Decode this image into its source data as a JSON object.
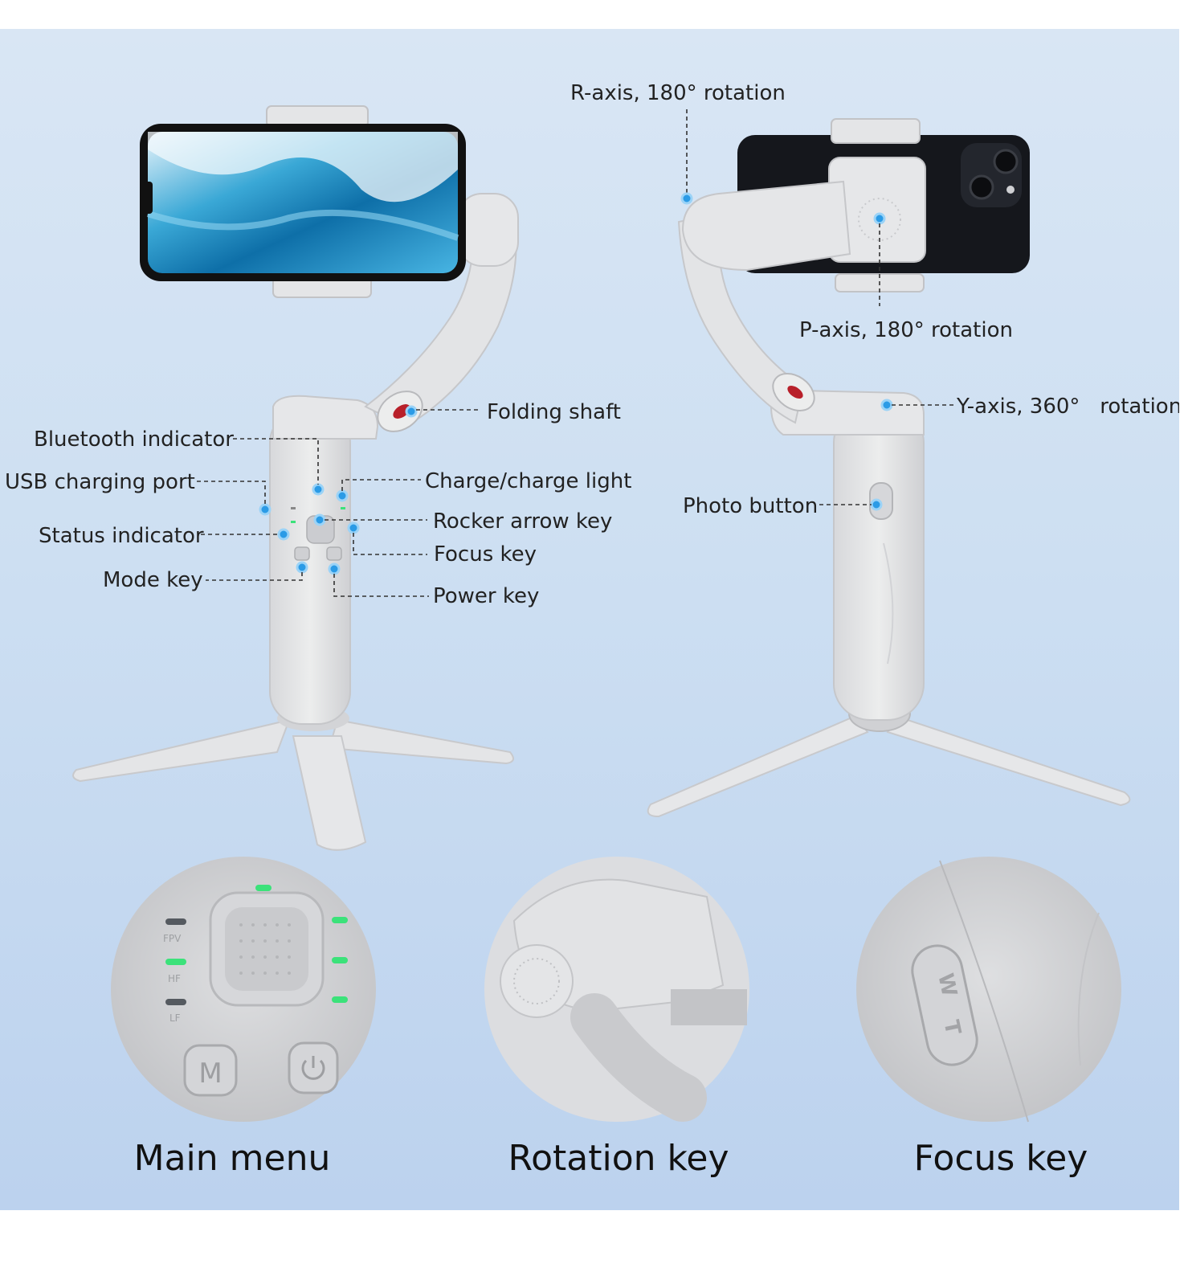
{
  "left_view": {
    "labels": {
      "folding_shaft": "Folding shaft",
      "bluetooth_indicator": "Bluetooth indicator",
      "usb_charging_port": "USB charging port",
      "charge_light": "Charge/charge light",
      "status_indicator": "Status indicator",
      "rocker_arrow_key": "Rocker arrow key",
      "focus_key": "Focus key",
      "mode_key": "Mode key",
      "power_key": "Power key"
    }
  },
  "right_view": {
    "labels": {
      "r_axis": "R-axis, 180° rotation",
      "p_axis": "P-axis, 180° rotation",
      "y_axis": "Y-axis, 360°   rotation",
      "photo_button": "Photo button"
    }
  },
  "details": {
    "main_menu": {
      "caption": "Main menu",
      "indicators": [
        "FPV",
        "HF",
        "LF"
      ],
      "mode_button_glyph": "M"
    },
    "rotation_key": {
      "caption": "Rotation key"
    },
    "focus_key": {
      "caption": "Focus key",
      "switch_text": [
        "W",
        "T"
      ]
    }
  },
  "colors": {
    "device": "#e6e7e9",
    "device_shadow": "#c9cacd",
    "callout_dot": "#2b9be6",
    "indicator_green": "#3be27a",
    "background_top": "#d9e6f4",
    "background_bottom": "#bcd2ee"
  }
}
